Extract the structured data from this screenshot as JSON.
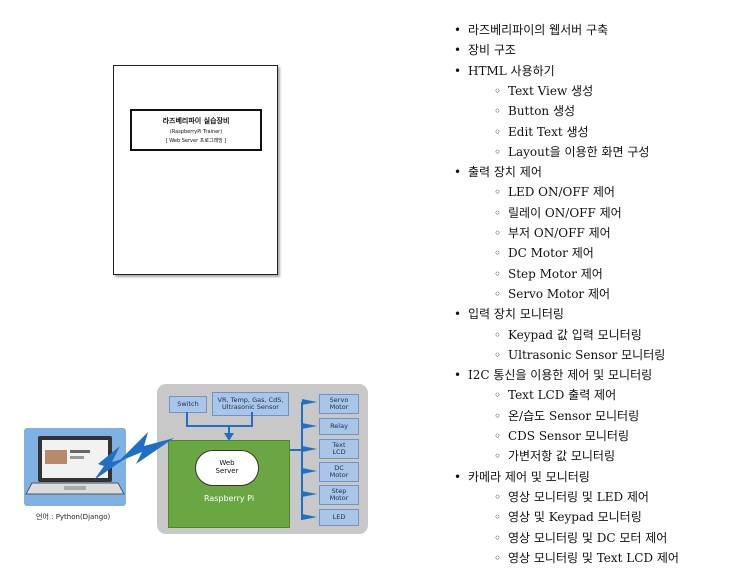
{
  "book": {
    "title": "라즈베리파이 실습장비",
    "subtitle": "(RaspberryPi Trainer)",
    "series": "[ Web Server 프로그래밍 ]"
  },
  "diagram": {
    "switch": "Switch",
    "sensors": "VR, Temp, Gas, CdS,\nUltrasonic Sensor",
    "web_server": "Web\nServer",
    "pi": "Raspberry Pi",
    "outputs": [
      "Servo\nMotor",
      "Relay",
      "Text\nLCD",
      "DC\nMotor",
      "Step\nMotor",
      "LED"
    ],
    "colors": {
      "background": "#c8c8c8",
      "box": "#a9c6e9",
      "pi": "#6aa742",
      "arrow": "#1f6fc5"
    }
  },
  "laptop": {
    "caption": "언어 : Python(Django)",
    "screen_title": "Webcam LED Control"
  },
  "list": [
    {
      "level": 1,
      "text": "라즈베리파이의 웹서버 구축"
    },
    {
      "level": 1,
      "text": "장비 구조"
    },
    {
      "level": 1,
      "text": "HTML 사용하기"
    },
    {
      "level": 2,
      "text": "Text View 생성"
    },
    {
      "level": 2,
      "text": "Button 생성"
    },
    {
      "level": 2,
      "text": "Edit Text 생성"
    },
    {
      "level": 2,
      "text": "Layout을 이용한 화면 구성"
    },
    {
      "level": 1,
      "text": "출력 장치 제어"
    },
    {
      "level": 2,
      "text": "LED ON/OFF 제어"
    },
    {
      "level": 2,
      "text": "릴레이 ON/OFF 제어"
    },
    {
      "level": 2,
      "text": "부저 ON/OFF 제어"
    },
    {
      "level": 2,
      "text": "DC Motor 제어"
    },
    {
      "level": 2,
      "text": "Step Motor 제어"
    },
    {
      "level": 2,
      "text": "Servo Motor 제어"
    },
    {
      "level": 1,
      "text": "입력 장치 모니터링"
    },
    {
      "level": 2,
      "text": "Keypad 값 입력 모니터링"
    },
    {
      "level": 2,
      "text": "Ultrasonic Sensor 모니터링"
    },
    {
      "level": 1,
      "text": "I2C 통신을 이용한 제어 및 모니터링"
    },
    {
      "level": 2,
      "text": "Text LCD 출력 제어"
    },
    {
      "level": 2,
      "text": "온/습도 Sensor 모니터링"
    },
    {
      "level": 2,
      "text": "CDS Sensor 모니터링"
    },
    {
      "level": 2,
      "text": "가변저항 값 모니터링"
    },
    {
      "level": 1,
      "text": "카메라 제어 및 모니터링"
    },
    {
      "level": 2,
      "text": "영상 모니터링 및 LED 제어"
    },
    {
      "level": 2,
      "text": "영상 및 Keypad 모니터링"
    },
    {
      "level": 2,
      "text": "영상 모니터링 및 DC 모터 제어"
    },
    {
      "level": 2,
      "text": "영상 모니터링 및 Text LCD 제어"
    }
  ]
}
